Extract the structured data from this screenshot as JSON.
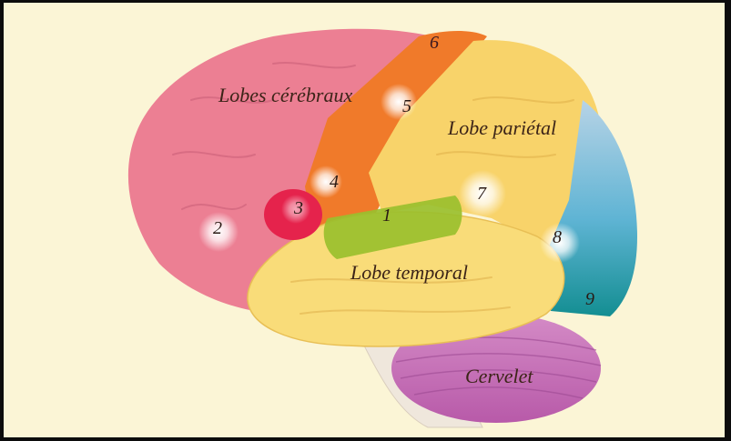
{
  "region_labels": {
    "cerebral": "Lobes cérébraux",
    "parietal": "Lobe pariétal",
    "temporal": "Lobe temporal",
    "cerebellum": "Cervelet"
  },
  "area_numbers": [
    "1",
    "2",
    "3",
    "4",
    "5",
    "6",
    "7",
    "8",
    "9"
  ],
  "colors": {
    "background": "#fbf5d6",
    "frontal": "#ec7f93",
    "motor_strip": "#f07a2a",
    "parietal": "#f8d36a",
    "temporal": "#f9dc79",
    "auditory": "#9abf2e",
    "broca": "#e5234c",
    "occipital_upper": "#9cc9e4",
    "occipital_lower": "#1a9aa3",
    "cerebellum": "#c86bb8",
    "brainstem": "#efe7dc"
  }
}
